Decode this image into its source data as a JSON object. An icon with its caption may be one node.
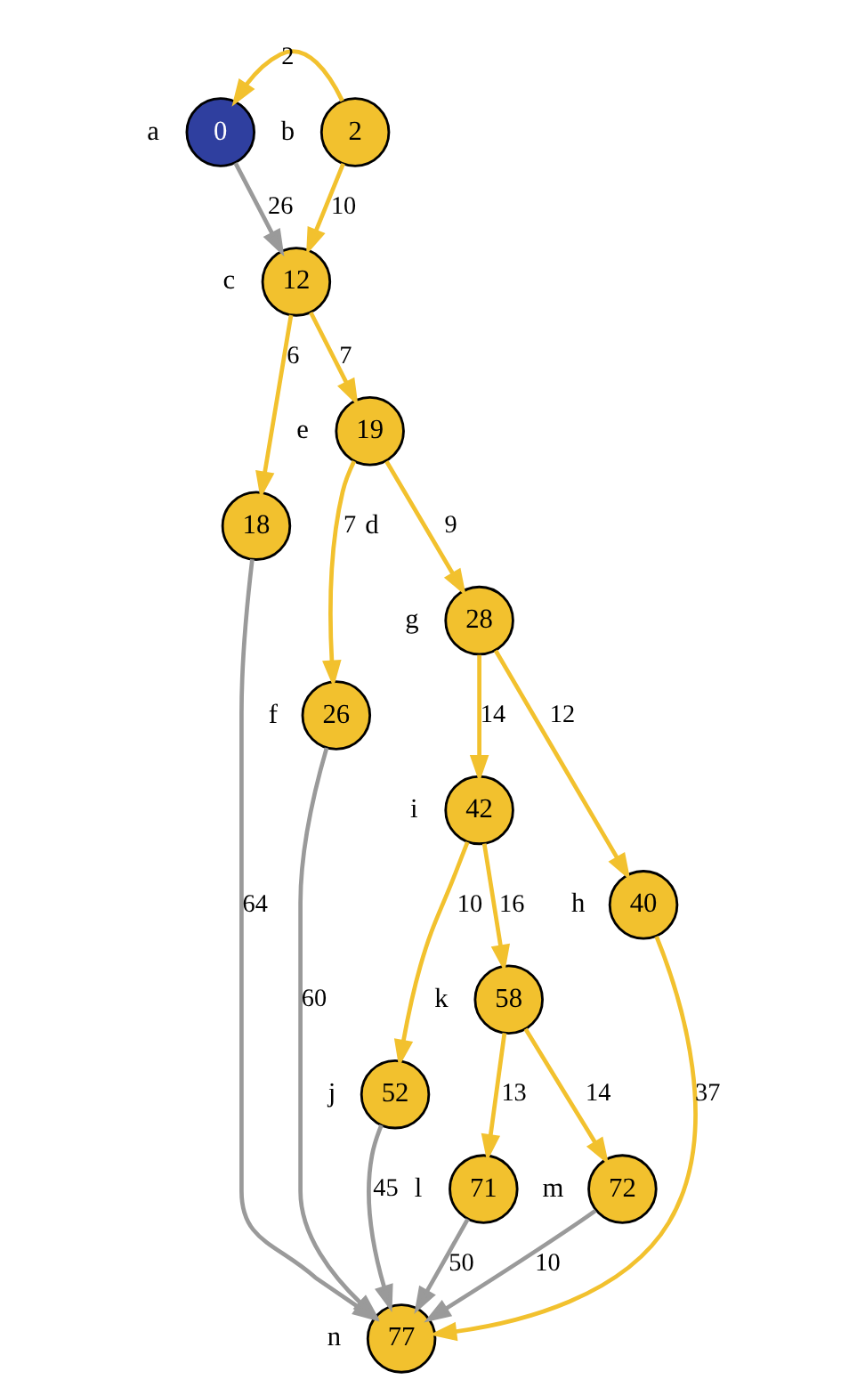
{
  "diagram": {
    "nodes": [
      {
        "text": [
          "0"
        ],
        "beside": [
          "a"
        ]
      },
      {
        "text": [
          "2"
        ],
        "beside": [
          "b"
        ]
      },
      {
        "text": [
          "12"
        ],
        "beside": [
          "c"
        ]
      },
      {
        "text": [
          "18"
        ],
        "beside": [
          "d"
        ]
      },
      {
        "text": [
          "19"
        ],
        "beside": [
          "e"
        ]
      },
      {
        "text": [
          "26"
        ],
        "beside": [
          "f"
        ]
      },
      {
        "text": [
          "28"
        ],
        "beside": [
          "g"
        ]
      },
      {
        "text": [
          "40"
        ],
        "beside": [
          "h"
        ]
      },
      {
        "text": [
          "42"
        ],
        "beside": [
          "i"
        ]
      },
      {
        "text": [
          "52"
        ],
        "beside": [
          "j"
        ]
      },
      {
        "text": [
          "58"
        ],
        "beside": [
          "k"
        ]
      },
      {
        "text": [
          "71"
        ],
        "beside": [
          "l"
        ]
      },
      {
        "text": [
          "72"
        ],
        "beside": [
          "m"
        ]
      },
      {
        "text": [
          "77"
        ],
        "beside": [
          "n"
        ]
      }
    ],
    "edges": [
      {
        "from": 1,
        "to": 0,
        "arrow": "to",
        "label": "2"
      },
      {
        "from": 0,
        "to": 2,
        "arrow": "to",
        "label": "26",
        "color": "#9a9a9a"
      },
      {
        "from": 1,
        "to": 2,
        "arrow": "to",
        "label": "10"
      },
      {
        "from": 2,
        "to": 3,
        "arrow": "to",
        "label": "6"
      },
      {
        "from": 2,
        "to": 4,
        "arrow": "to",
        "label": "7"
      },
      {
        "from": 4,
        "to": 5,
        "arrow": "to",
        "label": "7"
      },
      {
        "from": 4,
        "to": 6,
        "arrow": "to",
        "label": "9"
      },
      {
        "from": 6,
        "to": 7,
        "arrow": "to",
        "label": "12"
      },
      {
        "from": 6,
        "to": 8,
        "arrow": "to",
        "label": "14"
      },
      {
        "from": 8,
        "to": 9,
        "arrow": "to",
        "label": "10"
      },
      {
        "from": 8,
        "to": 10,
        "arrow": "to",
        "label": "16"
      },
      {
        "from": 9,
        "to": 13,
        "arrow": "to",
        "label": "45",
        "color": "#9a9a9a"
      },
      {
        "from": 7,
        "to": 13,
        "arrow": "to",
        "label": "37"
      },
      {
        "from": 5,
        "to": 13,
        "arrow": "to",
        "label": "60",
        "color": "#9a9a9a"
      },
      {
        "from": 3,
        "to": 13,
        "arrow": "to",
        "label": "64",
        "color": "#9a9a9a"
      },
      {
        "from": 10,
        "to": 11,
        "arrow": "to",
        "label": "13"
      },
      {
        "from": 10,
        "to": 12,
        "arrow": "to",
        "label": "14"
      },
      {
        "from": 11,
        "to": 13,
        "arrow": "to",
        "label": "50",
        "color": "#9a9a9a"
      },
      {
        "from": 12,
        "to": 13,
        "arrow": "to",
        "label": "10",
        "color": "#9a9a9a"
      }
    ]
  }
}
